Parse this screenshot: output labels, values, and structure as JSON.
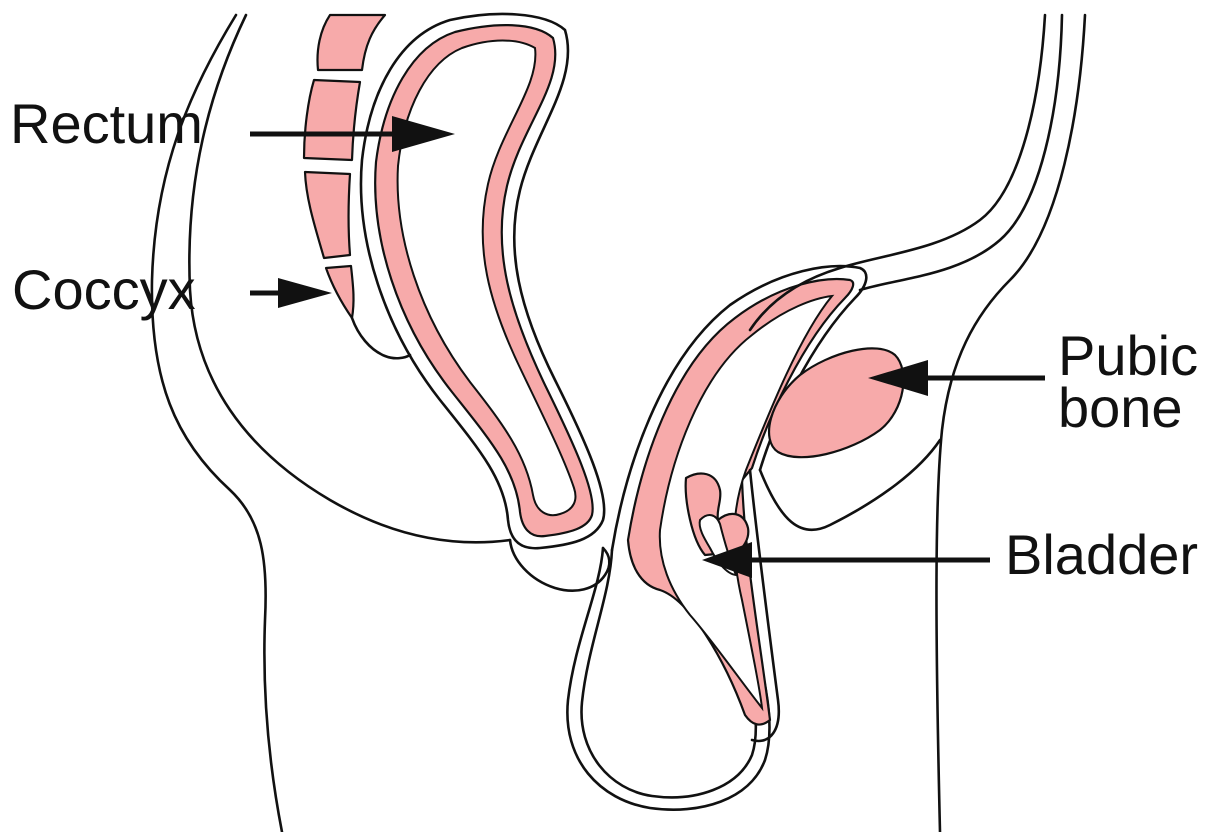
{
  "labels": {
    "rectum": "Rectum",
    "coccyx": "Coccyx",
    "pubic_bone_line1": "Pubic",
    "pubic_bone_line2": "bone",
    "bladder": "Bladder"
  },
  "colors": {
    "tissue_pink": "#f7aaaa",
    "outline": "#111111",
    "background": "#ffffff"
  }
}
